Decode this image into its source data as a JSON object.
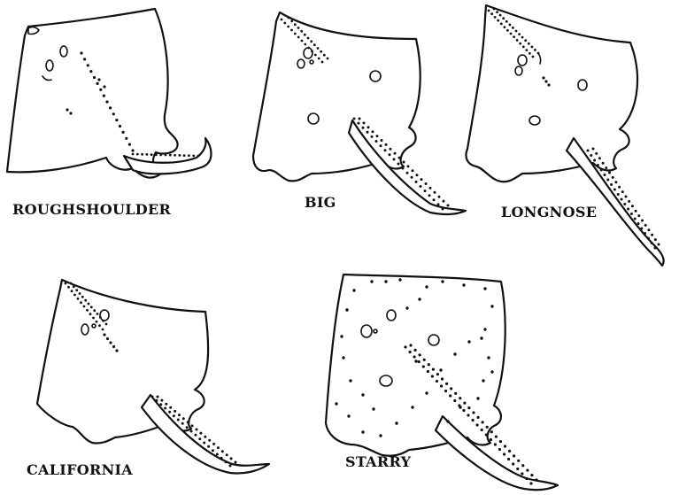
{
  "figure": {
    "background": "#ffffff",
    "ink": "#111111"
  },
  "rays": [
    {
      "id": "roughshoulder",
      "label": "ROUGHSHOULDER"
    },
    {
      "id": "big",
      "label": "BIG"
    },
    {
      "id": "longnose",
      "label": "LONGNOSE"
    },
    {
      "id": "california",
      "label": "CALIFORNIA"
    },
    {
      "id": "starry",
      "label": "STARRY"
    }
  ]
}
